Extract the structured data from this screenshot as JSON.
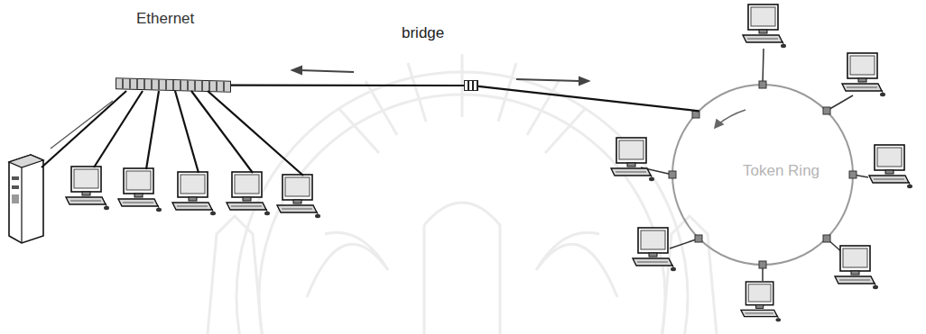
{
  "diagram": {
    "nodes": [
      {
        "text": [
          "Ethernet"
        ]
      },
      {
        "text": [
          "bridge"
        ]
      },
      {
        "text": [
          "Token Ring"
        ]
      }
    ],
    "edges": [
      {
        "from": 0,
        "to": 1,
        "arrow": "none"
      },
      {
        "from": 1,
        "to": 2,
        "arrow": "none"
      }
    ]
  }
}
